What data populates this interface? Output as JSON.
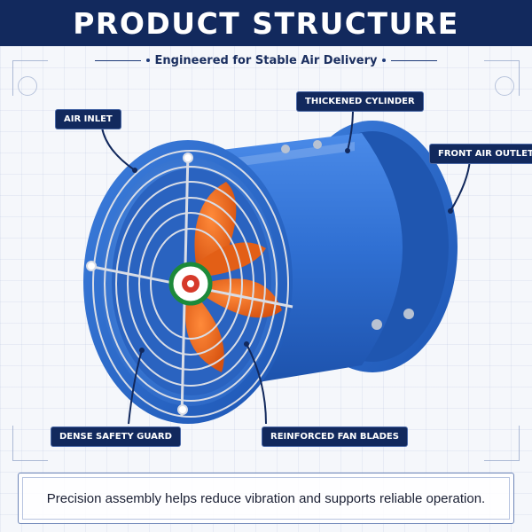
{
  "header": {
    "title": "PRODUCT STRUCTURE"
  },
  "subtitle": "Engineered for Stable Air Delivery",
  "labels": {
    "air_inlet": "AIR INLET",
    "thickened_cylinder": "THICKENED CYLINDER",
    "front_air_outlet": "FRONT AIR OUTLET",
    "dense_safety_guard": "DENSE SAFETY GUARD",
    "reinforced_fan_blades": "REINFORCED FAN BLADES"
  },
  "footer": {
    "text": "Precision assembly helps reduce vibration and supports reliable operation."
  },
  "colors": {
    "header_bg": "#12295d",
    "fan_body": "#2f6fd2",
    "blade_orange": "#f26a1d",
    "guard": "#d9dde6"
  }
}
